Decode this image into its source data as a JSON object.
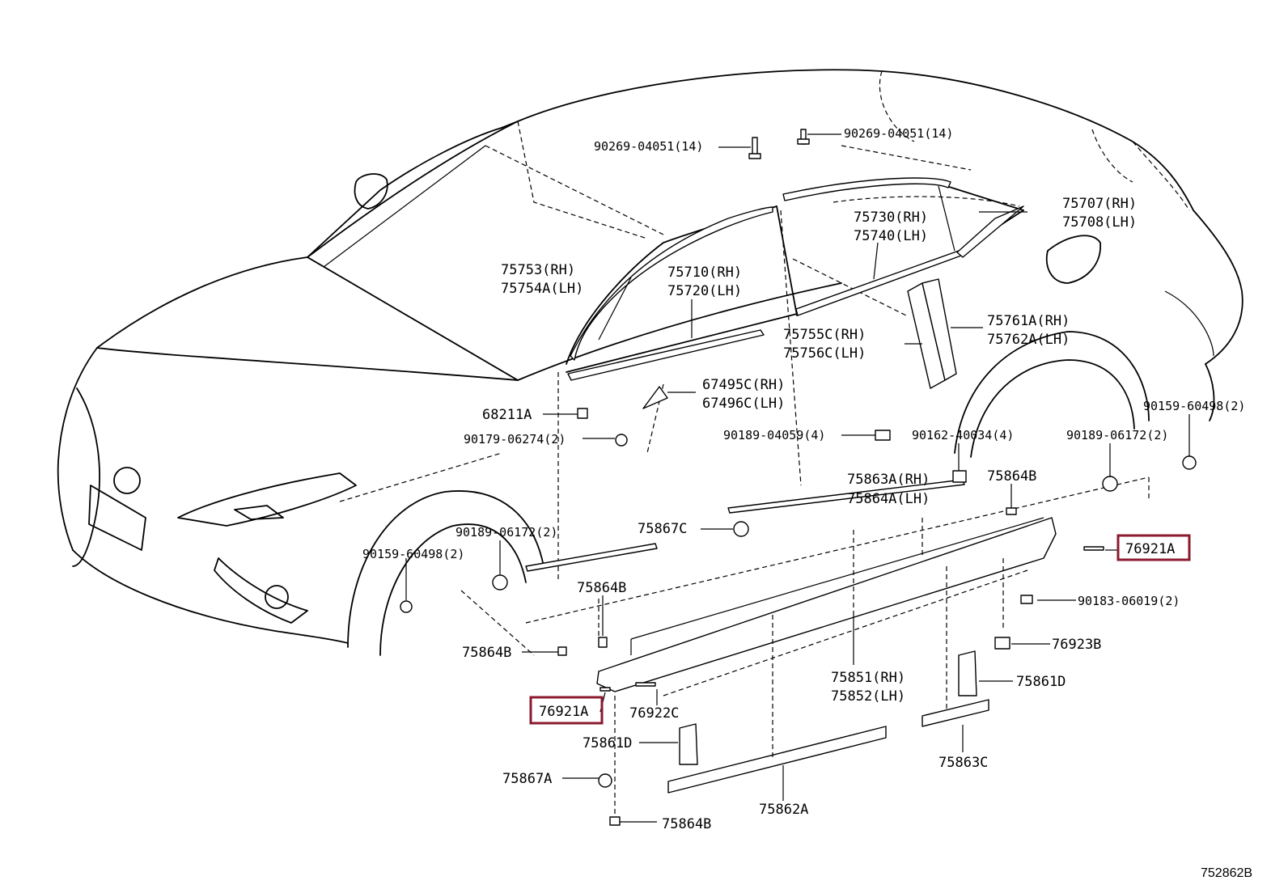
{
  "diagram_id": "752862B",
  "highlight_color": "#8b1a2f",
  "labels": {
    "clip_top_left": "90269-04051(14)",
    "clip_top_right": "90269-04051(14)",
    "mould_roof_rh": "75707(RH)",
    "mould_roof_lh": "75708(LH)",
    "mould_rear_door_rh": "75730(RH)",
    "mould_rear_door_lh": "75740(LH)",
    "mould_pillar_rh": "75753(RH)",
    "mould_pillar_lh": "75754A(LH)",
    "mould_front_door_rh": "75710(RH)",
    "mould_front_door_lh": "75720(LH)",
    "garnish_rear_rh": "75761A(RH)",
    "garnish_rear_lh": "75762A(LH)",
    "garnish_center_rh": "75755C(RH)",
    "garnish_center_lh": "75756C(LH)",
    "cover_mirror_rh": "67495C(RH)",
    "cover_mirror_lh": "67496C(LH)",
    "clip_68211a": "68211A",
    "clip_90179": "90179-06274(2)",
    "clip_90189_04059": "90189-04059(4)",
    "screw_90162": "90162-40034(4)",
    "screw_90159_rear": "90159-60498(2)",
    "clip_90189_rear": "90189-06172(2)",
    "mould_rocker_rh": "75863A(RH)",
    "mould_rocker_lh": "75864A(LH)",
    "clip_75864b_rear": "75864B",
    "clip_75867c": "75867C",
    "clip_90189_front": "90189-06172(2)",
    "screw_90159_front": "90159-60498(2)",
    "part_76921a_rear": "76921A",
    "nut_90183": "90183-06019(2)",
    "clip_76923b": "76923B",
    "clip_75864b_mid": "75864B",
    "clip_75864b_left": "75864B",
    "moulding_rh": "75851(RH)",
    "moulding_lh": "75852(LH)",
    "pad_75861d_right": "75861D",
    "part_76921a_front": "76921A",
    "part_76922c": "76922C",
    "pad_75861d_left": "75861D",
    "tape_75863c": "75863C",
    "clip_75867a": "75867A",
    "tape_75862a": "75862A",
    "clip_75864b_bottom": "75864B"
  }
}
